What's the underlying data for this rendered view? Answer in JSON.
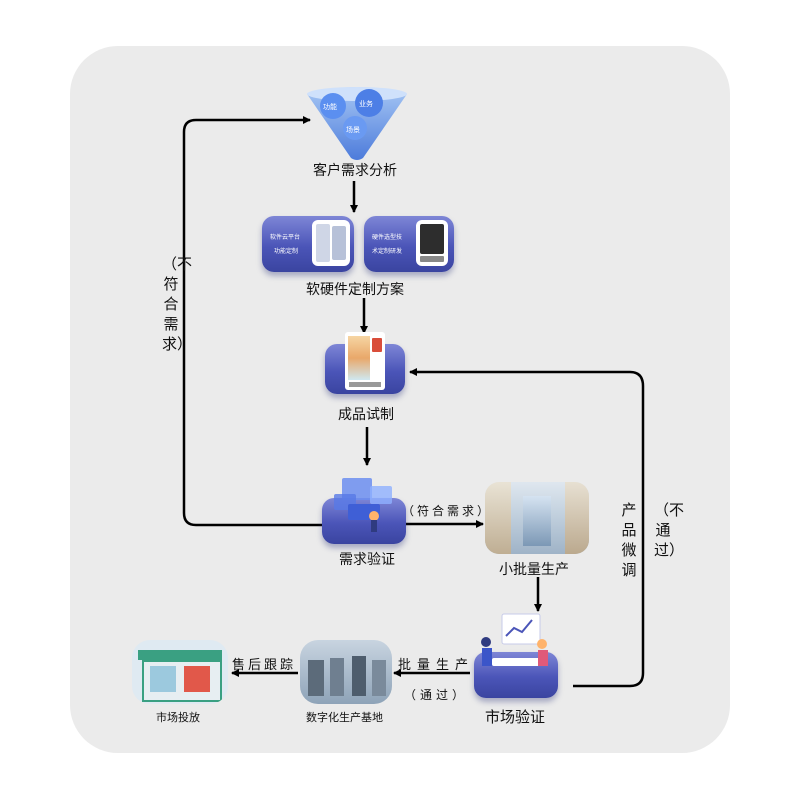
{
  "nodes": {
    "customer_analysis": {
      "label": "客户需求分析",
      "circles": [
        "功能",
        "业务",
        "场景"
      ]
    },
    "custom_solution": {
      "label": "软硬件定制方案",
      "left_card": [
        "软件云平台",
        "功能定制"
      ],
      "right_card": [
        "硬件选型技",
        "术定制研发"
      ]
    },
    "prototype": {
      "label": "成品试制"
    },
    "requirement_verify": {
      "label": "需求验证"
    },
    "small_batch": {
      "label": "小批量生产"
    },
    "market_verify": {
      "label": "市场验证"
    },
    "digital_base": {
      "label": "数字化生产基地"
    },
    "market_launch": {
      "label": "市场投放"
    }
  },
  "edges": {
    "not_meet": "（不符合需求）",
    "meets": "（符合需求）",
    "fine_tune": "产品微调",
    "not_pass": "（不通过）",
    "mass_production": "批量生产",
    "pass": "（通过）",
    "after_sales": "售后跟踪"
  },
  "colors": {
    "accent": "#4b55b8",
    "panel": "#ebebeb",
    "line": "#000000"
  }
}
